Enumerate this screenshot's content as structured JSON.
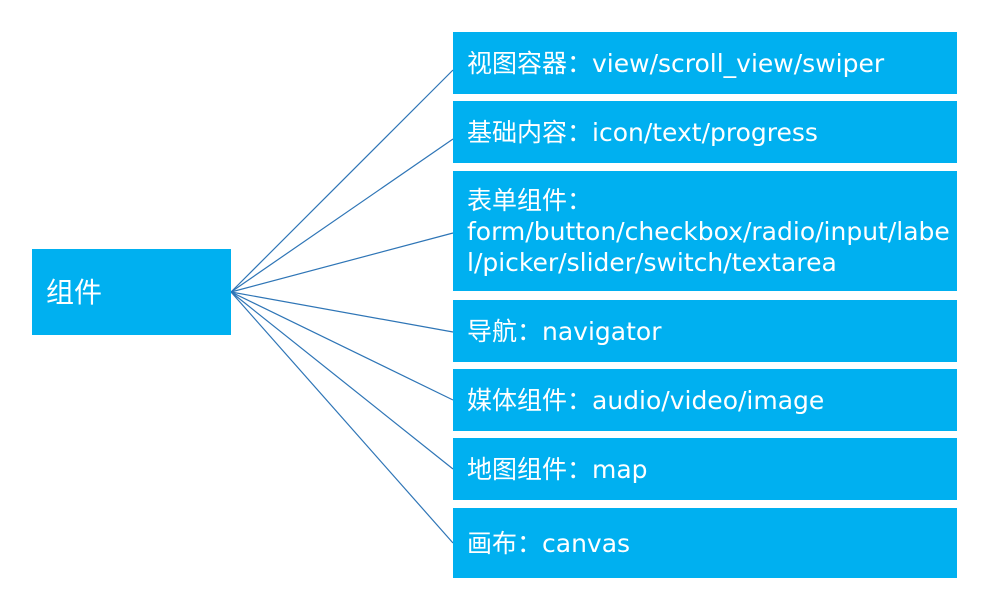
{
  "root": {
    "label": "组件"
  },
  "children": [
    {
      "label": "视图容器：view/scroll_view/swiper"
    },
    {
      "label": "基础内容：icon/text/progress"
    },
    {
      "label": "表单组件：\nform/button/checkbox/radio/input/label/picker/slider/switch/textarea"
    },
    {
      "label": "导航：navigator"
    },
    {
      "label": "媒体组件：audio/video/image"
    },
    {
      "label": "地图组件：map"
    },
    {
      "label": "画布：canvas"
    }
  ],
  "colors": {
    "box_fill": "#00b0f0",
    "box_text": "#ffffff",
    "connector": "#2e75b6"
  }
}
